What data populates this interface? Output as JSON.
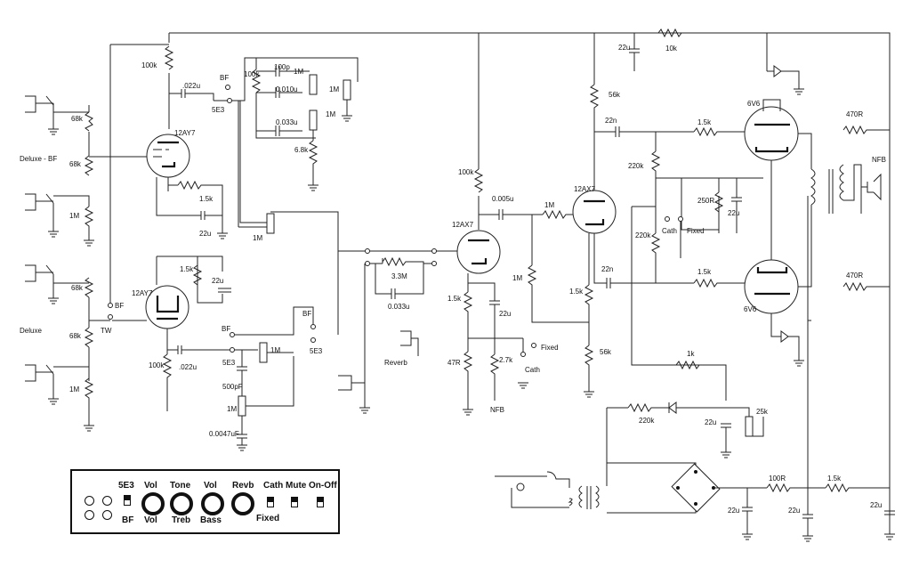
{
  "schematic": {
    "labels": {
      "r100k_top": "100k",
      "c022u_top": ".022u",
      "bf_top": "BF",
      "se3_top": "5E3",
      "r100k_tone": "100k",
      "c100p": "100p",
      "pot1m_a": "1M",
      "c010u": "0.010u",
      "pot1m_b": "1M",
      "c033u": "0.033u",
      "pot1m_c": "1M",
      "r68k_tone": "6.8k",
      "tube_v1": "12AY7",
      "r15k_v1": "1.5k",
      "c22u_v1": "22u",
      "deluxe_bf": "Deluxe - BF",
      "r68k_a": "68k",
      "r68k_b": "68k",
      "r1m_a": "1M",
      "pot1m_vol1": "1M",
      "r68k_c": "68k",
      "r68k_d": "68k",
      "r1m_b": "1M",
      "deluxe": "Deluxe",
      "bf_mid": "BF",
      "tw": "TW",
      "tube_v2": "12AY7",
      "r15k_v2": "1.5k",
      "c22u_v2": "22u",
      "bf_v2a": "BF",
      "bf_v2b": "BF",
      "se3_v2a": "5E3",
      "se3_v2b": "5E3",
      "r100k_v2": "100k",
      "c022u_v2": ".022u",
      "pot1m_v2": "1M",
      "c500p": "500pF",
      "pot1m_v2b": "1M",
      "c0047": "0.0047uF",
      "r33m": "3.3M",
      "c0033": "0.033u",
      "reverb": "Reverb",
      "r100k_v3": "100k",
      "tube_v3": "12AX7",
      "c0005": "0.005u",
      "r1m_v3": "1M",
      "r1m_v3b": "1M",
      "r15k_v3": "1.5k",
      "c22u_v3": "22u",
      "fixed_a": "Fixed",
      "r47r": "47R",
      "r27k": "2.7k",
      "cath_a": "Cath",
      "nfb_a": "NFB",
      "tube_v4": "12AX7",
      "r56k_top": "56k",
      "c22n_a": "22n",
      "r15k_pi": "1.5k",
      "r56k_bot": "56k",
      "c22n_b": "22n",
      "c22u_top": "22u",
      "r10k": "10k",
      "r15k_g1": "1.5k",
      "r220k_a": "220k",
      "r250r": "250R",
      "c22u_bias": "22u",
      "cath_b": "Cath",
      "fixed_b": "Fixed",
      "r220k_b": "220k",
      "r15k_g2": "1.5k",
      "tube_v6a": "6V6",
      "tube_v6b": "6V6",
      "r470r_a": "470R",
      "r470r_b": "470R",
      "nfb_b": "NFB",
      "r1k": "1k",
      "r220k_c": "220k",
      "c22u_bias2": "22u",
      "pot25k": "25k",
      "r100r": "100R",
      "r15k_ps": "1.5k",
      "c22u_ps1": "22u",
      "c22u_ps2": "22u",
      "c22u_ps3": "22u"
    }
  },
  "panel": {
    "se3": "5E3",
    "bf": "BF",
    "vol_top": "Vol",
    "vol_bottom": "Vol",
    "tone": "Tone",
    "treb": "Treb",
    "vol2_top": "Vol",
    "bass": "Bass",
    "revb": "Revb",
    "cath": "Cath",
    "mute": "Mute",
    "onoff": "On-Off",
    "fixed": "Fixed"
  }
}
